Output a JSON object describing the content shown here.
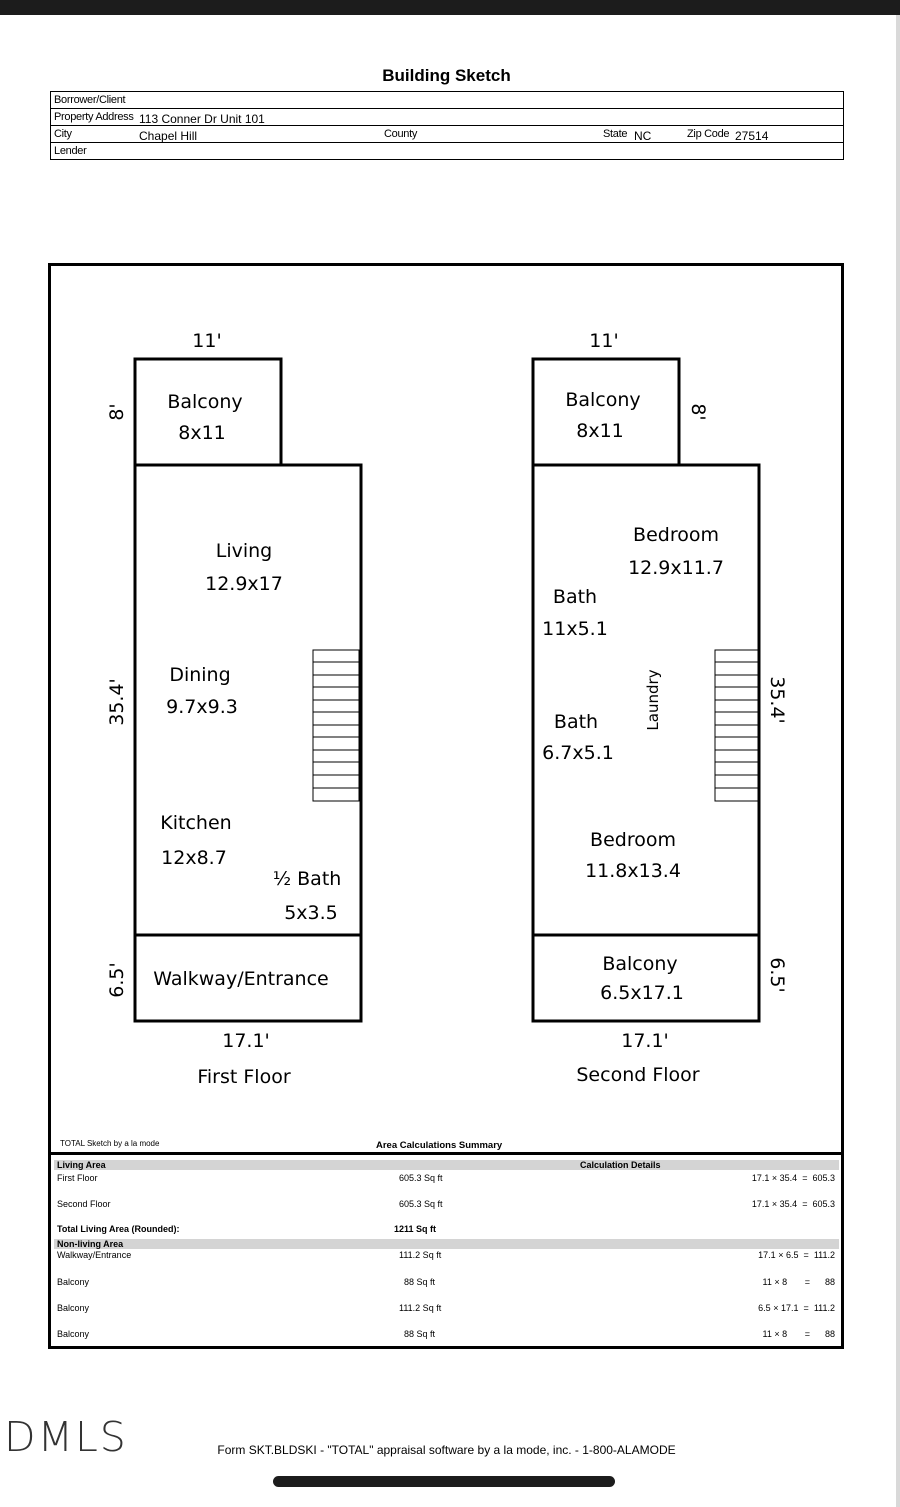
{
  "title": "Building Sketch",
  "header": {
    "borrower_label": "Borrower/Client",
    "property_label": "Property Address",
    "property_value": "113 Conner Dr Unit 101",
    "city_label": "City",
    "city_value": "Chapel Hill",
    "county_label": "County",
    "state_label": "State",
    "state_value": "NC",
    "zip_label": "Zip Code",
    "zip_value": "27514",
    "lender_label": "Lender"
  },
  "first_floor": {
    "caption": "First Floor",
    "dim_top": "11'",
    "dim_bottom": "17.1'",
    "dim_balcony": "8'",
    "dim_main": "35.4'",
    "dim_walk": "6.5'",
    "balcony_name": "Balcony",
    "balcony_size": "8x11",
    "living_name": "Living",
    "living_size": "12.9x17",
    "dining_name": "Dining",
    "dining_size": "9.7x9.3",
    "kitchen_name": "Kitchen",
    "kitchen_size": "12x8.7",
    "halfbath_name": "½ Bath",
    "halfbath_size": "5x3.5",
    "walkway_name": "Walkway/Entrance"
  },
  "second_floor": {
    "caption": "Second Floor",
    "dim_top": "11'",
    "dim_bottom": "17.1'",
    "dim_balcony": "8'",
    "dim_main": "35.4'",
    "dim_balcony2": "6.5'",
    "balcony_name": "Balcony",
    "balcony_size": "8x11",
    "bedroom1_name": "Bedroom",
    "bedroom1_size": "12.9x11.7",
    "bath1_name": "Bath",
    "bath1_size": "11x5.1",
    "laundry_name": "Laundry",
    "bath2_name": "Bath",
    "bath2_size": "6.7x5.1",
    "bedroom2_name": "Bedroom",
    "bedroom2_size": "11.8x13.4",
    "balcony2_name": "Balcony",
    "balcony2_size": "6.5x17.1"
  },
  "summary": {
    "software_label": "TOTAL Sketch by a la mode",
    "title": "Area Calculations Summary",
    "living_heading": "Living Area",
    "details_heading": "Calculation Details",
    "living_rows": [
      {
        "name": "First Floor",
        "area": "605.3 Sq ft",
        "a": "17.1",
        "op": "×",
        "b": "35.4",
        "result": "605.3"
      },
      {
        "name": "Second Floor",
        "area": "605.3 Sq ft",
        "a": "17.1",
        "op": "×",
        "b": "35.4",
        "result": "605.3"
      }
    ],
    "total_label": "Total Living Area (Rounded):",
    "total_value": "1211 Sq ft",
    "nonliving_heading": "Non-living Area",
    "nonliving_rows": [
      {
        "name": "Walkway/Entrance",
        "area": "111.2 Sq ft",
        "a": "17.1",
        "op": "×",
        "b": "6.5",
        "result": "111.2"
      },
      {
        "name": "Balcony",
        "area": "88 Sq ft",
        "a": "11",
        "op": "×",
        "b": "8",
        "result": "88"
      },
      {
        "name": "Balcony",
        "area": "111.2 Sq ft",
        "a": "6.5",
        "op": "×",
        "b": "17.1",
        "result": "111.2"
      },
      {
        "name": "Balcony",
        "area": "88 Sq ft",
        "a": "11",
        "op": "×",
        "b": "8",
        "result": "88"
      }
    ],
    "equals": "="
  },
  "watermark": "DMLS",
  "footer": "Form SKT.BLDSKI - \"TOTAL\" appraisal software by a la mode, inc. - 1-800-ALAMODE"
}
